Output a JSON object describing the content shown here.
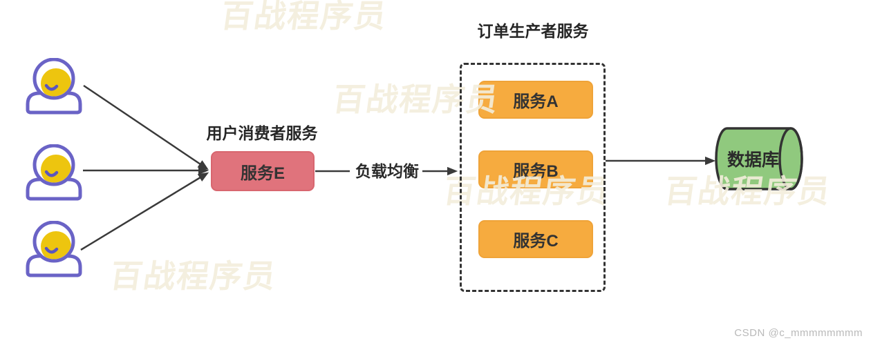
{
  "watermark": {
    "text": "百战程序员"
  },
  "credit": {
    "text": "CSDN @c_mmmmmmmm"
  },
  "users": {
    "description": "three user client icons",
    "count": 3
  },
  "consumer": {
    "title": "用户消费者服务",
    "service_label": "服务E"
  },
  "load_balancer": {
    "label": "负载均衡"
  },
  "producer": {
    "title": "订单生产者服务",
    "services": [
      {
        "label": "服务A"
      },
      {
        "label": "服务B"
      },
      {
        "label": "服务C"
      }
    ]
  },
  "database": {
    "label": "数据库"
  },
  "colors": {
    "consumer_box": "#E0737C",
    "producer_box": "#F6AB3F",
    "database_fill": "#90C97E",
    "user_outline": "#6A63C6",
    "user_face": "#EDC50F",
    "arrow": "#3A3A3A",
    "watermark": "#F3EDDB"
  }
}
